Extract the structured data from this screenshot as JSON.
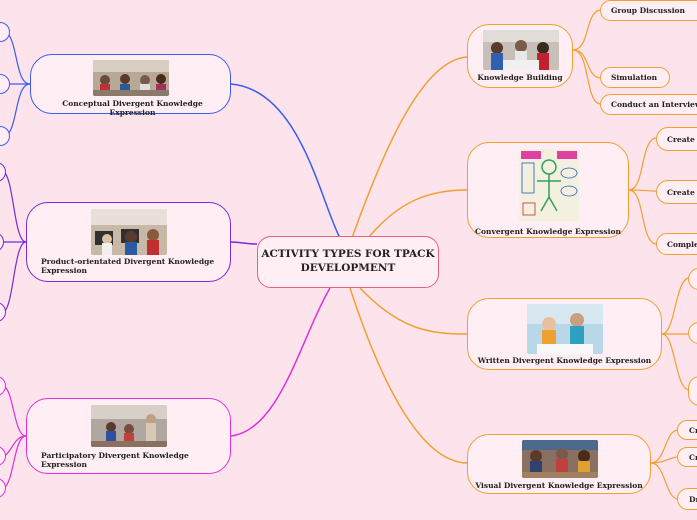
{
  "center": {
    "title": "ACTIVITY TYPES FOR TPACK DEVELOPMENT"
  },
  "left_branches": [
    {
      "label": "Conceptual Divergent Knowledge Expression"
    },
    {
      "label": "Product-orientated Divergent Knowledge Expression"
    },
    {
      "label": "Participatory Divergent Knowledge Expression"
    }
  ],
  "right_branches": [
    {
      "label": "Knowledge Building",
      "children": [
        "Group Discussion",
        "Simulation",
        "Conduct an Interview"
      ]
    },
    {
      "label": "Convergent Knowledge Expression",
      "children": [
        "Create a",
        "Create a",
        "Comple"
      ]
    },
    {
      "label": "Written  Divergent Knowledge Expression",
      "children": []
    },
    {
      "label": "Visual Divergent Knowledge Expression",
      "children": [
        "Cr",
        "Cr",
        "Dr"
      ]
    }
  ],
  "colors": {
    "background": "#fde4ec",
    "blue": "#3a5cf0",
    "purple": "#7a2ad8",
    "magenta": "#e02ee0",
    "orange": "#f0a030",
    "center_border": "#e8607a"
  }
}
